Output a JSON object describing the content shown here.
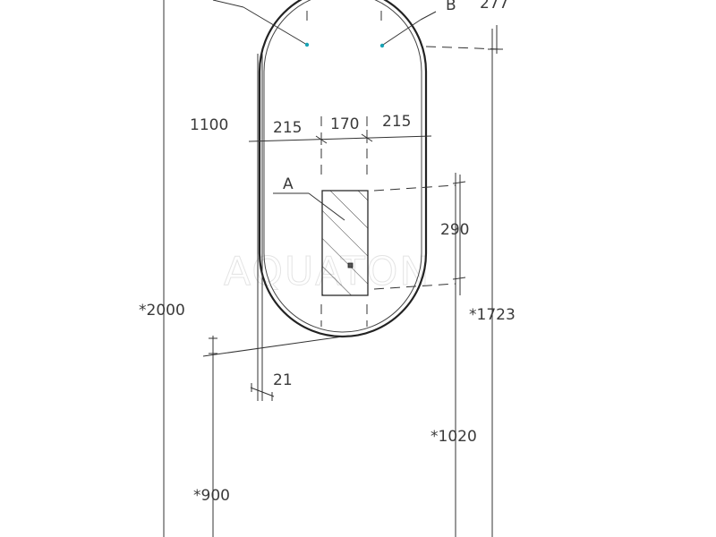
{
  "diagram": {
    "watermark": "AQUATON",
    "labels": {
      "a": "A",
      "b": "B"
    },
    "dimensions": {
      "top_right": "277",
      "height_upper": "1100",
      "width_left": "215",
      "width_center": "170",
      "width_right": "215",
      "panel_height": "290",
      "total_height": "*2000",
      "mount_height": "*1723",
      "thickness": "21",
      "bottom_mark": "*1020",
      "floor_offset": "*900"
    }
  }
}
